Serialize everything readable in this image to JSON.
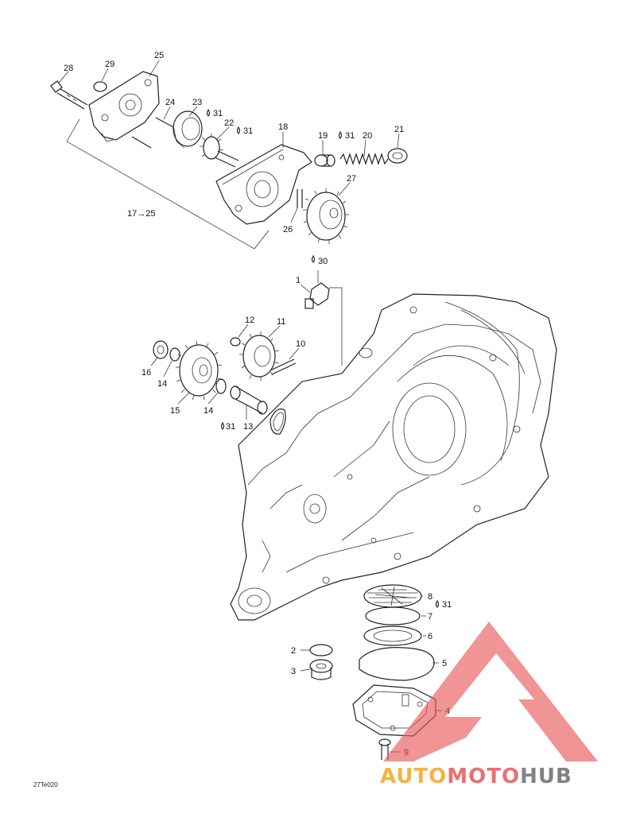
{
  "labels": [
    {
      "id": "l28",
      "text": "28"
    },
    {
      "id": "l29",
      "text": "29"
    },
    {
      "id": "l25",
      "text": "25"
    },
    {
      "id": "l24",
      "text": "24"
    },
    {
      "id": "l23",
      "text": "23"
    },
    {
      "id": "l31a",
      "text": "31"
    },
    {
      "id": "l22",
      "text": "22"
    },
    {
      "id": "l31b",
      "text": "31"
    },
    {
      "id": "l18",
      "text": "18"
    },
    {
      "id": "l19",
      "text": "19"
    },
    {
      "id": "l31c",
      "text": "31"
    },
    {
      "id": "l20",
      "text": "20"
    },
    {
      "id": "l21",
      "text": "21"
    },
    {
      "id": "l27",
      "text": "27"
    },
    {
      "id": "l26",
      "text": "26"
    },
    {
      "id": "l17_25",
      "text": "17→25"
    },
    {
      "id": "l30",
      "text": "30"
    },
    {
      "id": "l1",
      "text": "1"
    },
    {
      "id": "l12",
      "text": "12"
    },
    {
      "id": "l11",
      "text": "11"
    },
    {
      "id": "l10",
      "text": "10"
    },
    {
      "id": "l16",
      "text": "16"
    },
    {
      "id": "l14a",
      "text": "14"
    },
    {
      "id": "l15",
      "text": "15"
    },
    {
      "id": "l14b",
      "text": "14"
    },
    {
      "id": "l31d",
      "text": "31"
    },
    {
      "id": "l13",
      "text": "13"
    },
    {
      "id": "l8",
      "text": "8"
    },
    {
      "id": "l31e",
      "text": "31"
    },
    {
      "id": "l7",
      "text": "7"
    },
    {
      "id": "l6",
      "text": "6"
    },
    {
      "id": "l5",
      "text": "5"
    },
    {
      "id": "l2",
      "text": "2"
    },
    {
      "id": "l3",
      "text": "3"
    },
    {
      "id": "l4",
      "text": "4"
    },
    {
      "id": "l9",
      "text": "9"
    }
  ],
  "drawing_code": "27Te020",
  "watermark": {
    "part1": "AUTO",
    "part2": "MOTO",
    "part3": "HUB",
    "color_orange": "#f5a623",
    "color_red": "#e8575a",
    "color_gray": "#6d6d6d"
  },
  "colors": {
    "line": "#222222",
    "background": "#ffffff"
  }
}
